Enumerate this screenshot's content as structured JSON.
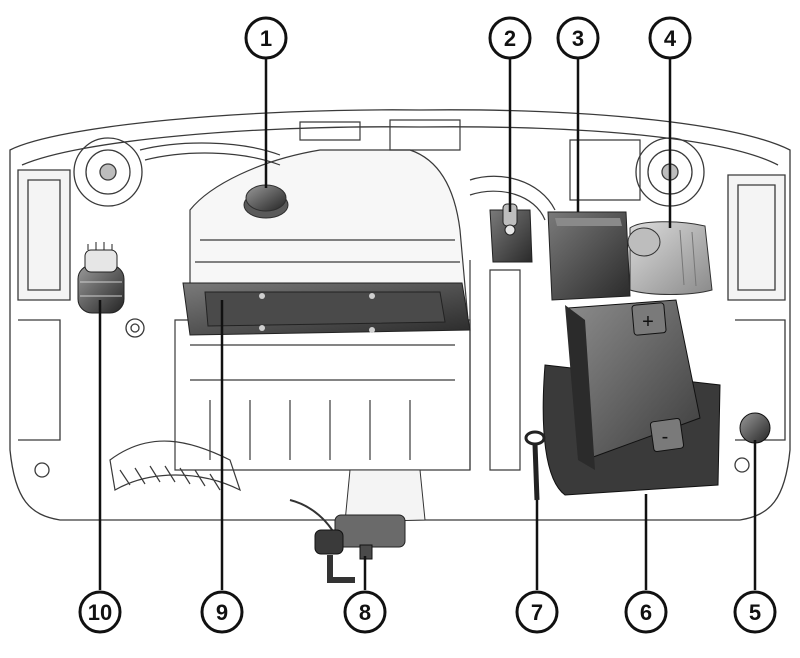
{
  "diagram": {
    "callouts": [
      {
        "number": "1",
        "label": ""
      },
      {
        "number": "2",
        "label": ""
      },
      {
        "number": "3",
        "label": ""
      },
      {
        "number": "4",
        "label": ""
      },
      {
        "number": "5",
        "label": ""
      },
      {
        "number": "6",
        "label": ""
      },
      {
        "number": "7",
        "label": ""
      },
      {
        "number": "8",
        "label": ""
      },
      {
        "number": "9",
        "label": ""
      },
      {
        "number": "10",
        "label": ""
      }
    ],
    "battery": {
      "positive_symbol": "+",
      "negative_symbol": "-"
    }
  },
  "colors": {
    "line": "#3a3a3a",
    "light_fill": "#f4f4f4",
    "mid_fill": "#bdbdbd",
    "dark_fill": "#5a5a5a",
    "darkest_fill": "#2e2e2e"
  }
}
